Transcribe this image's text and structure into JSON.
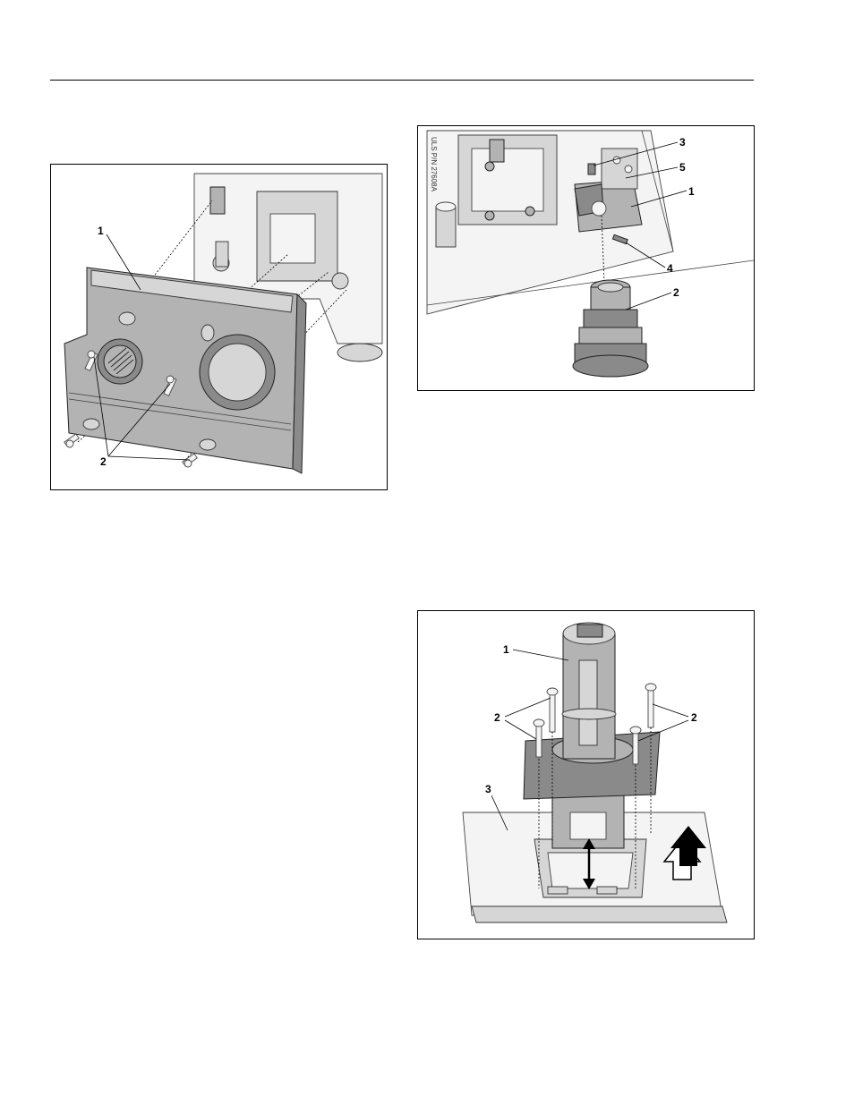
{
  "figures": {
    "fig1": {
      "callouts": [
        "1",
        "2"
      ]
    },
    "fig2": {
      "callouts": [
        "3",
        "5",
        "1",
        "4",
        "2"
      ],
      "part_marking": "ULS P/N 27608A"
    },
    "fig3": {
      "callouts": [
        "1",
        "2",
        "2",
        "3"
      ]
    }
  }
}
